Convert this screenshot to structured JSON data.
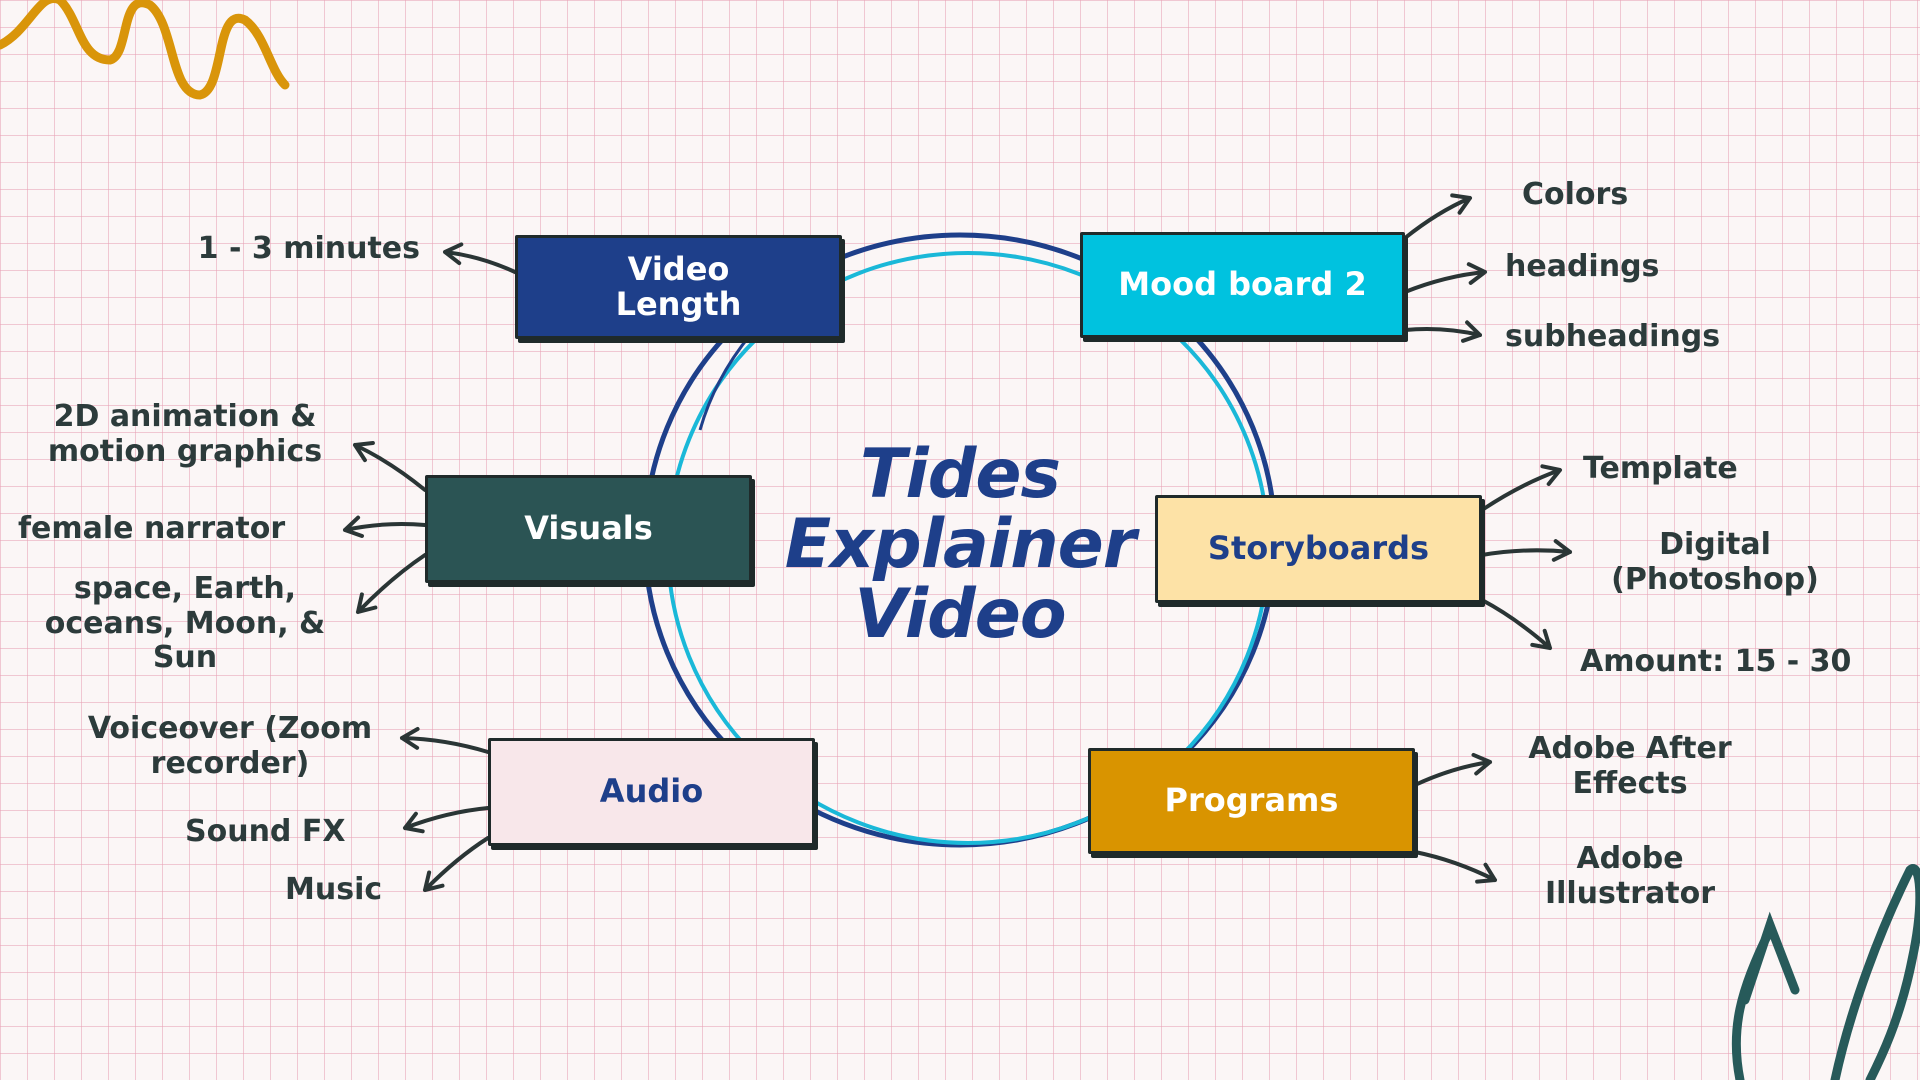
{
  "title": {
    "line1": "Tides",
    "line2": "Explainer",
    "line3": "Video"
  },
  "nodes": {
    "video_length": {
      "line1": "Video",
      "line2": "Length",
      "color": "#1e3f8a",
      "text_color": "#ffffff"
    },
    "mood_board": {
      "label": "Mood board 2",
      "color": "#00c2df",
      "text_color": "#ffffff"
    },
    "visuals": {
      "label": "Visuals",
      "color": "#2b5454",
      "text_color": "#ffffff"
    },
    "storyboards": {
      "label": "Storyboards",
      "color": "#fde2a6",
      "text_color": "#1e3f8a"
    },
    "audio": {
      "label": "Audio",
      "color": "#f8e7ea",
      "text_color": "#1e3f8a"
    },
    "programs": {
      "label": "Programs",
      "color": "#d99400",
      "text_color": "#ffffff"
    }
  },
  "branches": {
    "video_length": [
      "1 - 3 minutes"
    ],
    "mood_board": [
      "Colors",
      "headings",
      "subheadings"
    ],
    "visuals": [
      "2D animation &",
      "motion graphics",
      "female narrator",
      "space, Earth,",
      "oceans, Moon, &",
      "Sun"
    ],
    "storyboards": [
      "Template",
      "Digital",
      "(Photoshop)",
      "Amount: 15 - 30"
    ],
    "audio": [
      "Voiceover (Zoom",
      "recorder)",
      "Sound FX",
      "Music"
    ],
    "programs": [
      "Adobe After",
      "Effects",
      "Adobe",
      "Illustrator"
    ]
  },
  "colors": {
    "ring_dark": "#1e3f8a",
    "ring_light": "#1ab8d8",
    "arrow": "#2a3535",
    "decor_gold": "#d9950a",
    "decor_teal": "#275a5a"
  }
}
